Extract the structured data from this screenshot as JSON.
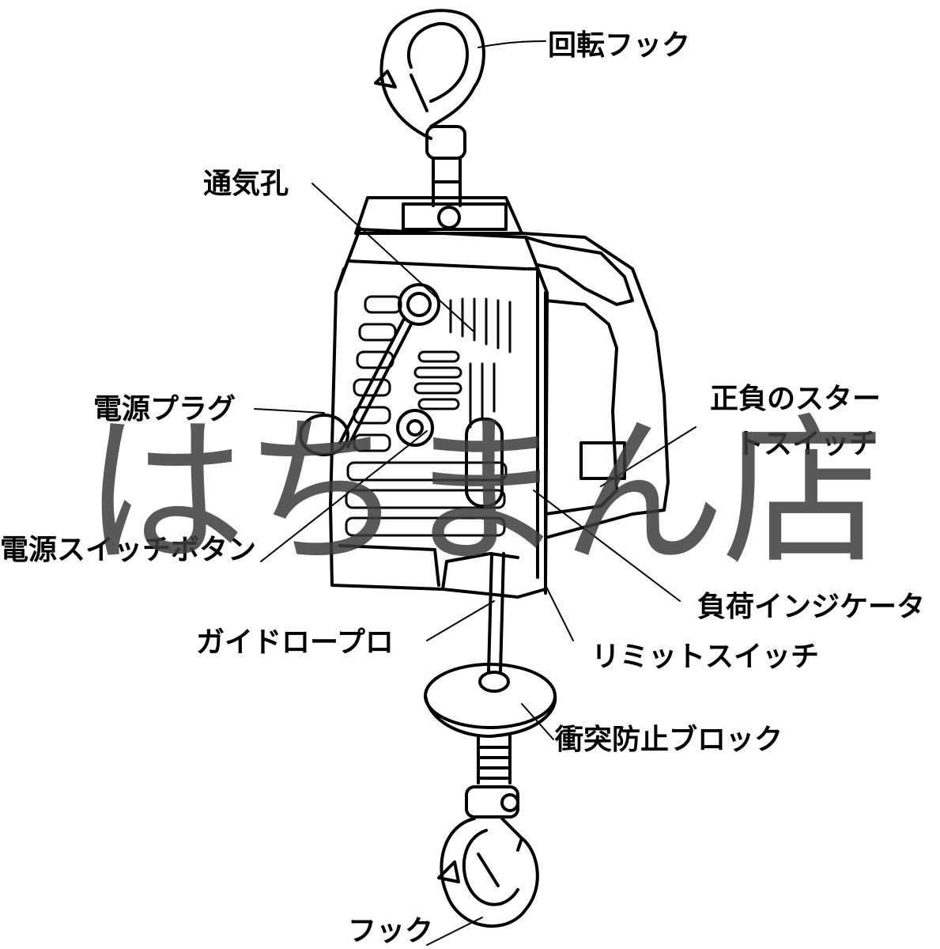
{
  "labels": {
    "swivel_hook": "回転フック",
    "vent_hole": "通気孔",
    "power_plug": "電源プラグ",
    "forward_reverse_start_switch_line1": "正負のスター",
    "forward_reverse_start_switch_line2": "トスイッチ",
    "power_switch_button": "電源スイッチボタン",
    "load_indicator": "負荷インジケータ",
    "guide_rope_pro": "ガイドロープロ",
    "limit_switch": "リミットスイッチ",
    "anti_collision_block": "衝突防止ブロック",
    "hook": "フック"
  },
  "watermark": {
    "text": "はちまん店",
    "color": "#3c3c3c"
  },
  "colors": {
    "line": "#000000",
    "background": "#ffffff"
  }
}
